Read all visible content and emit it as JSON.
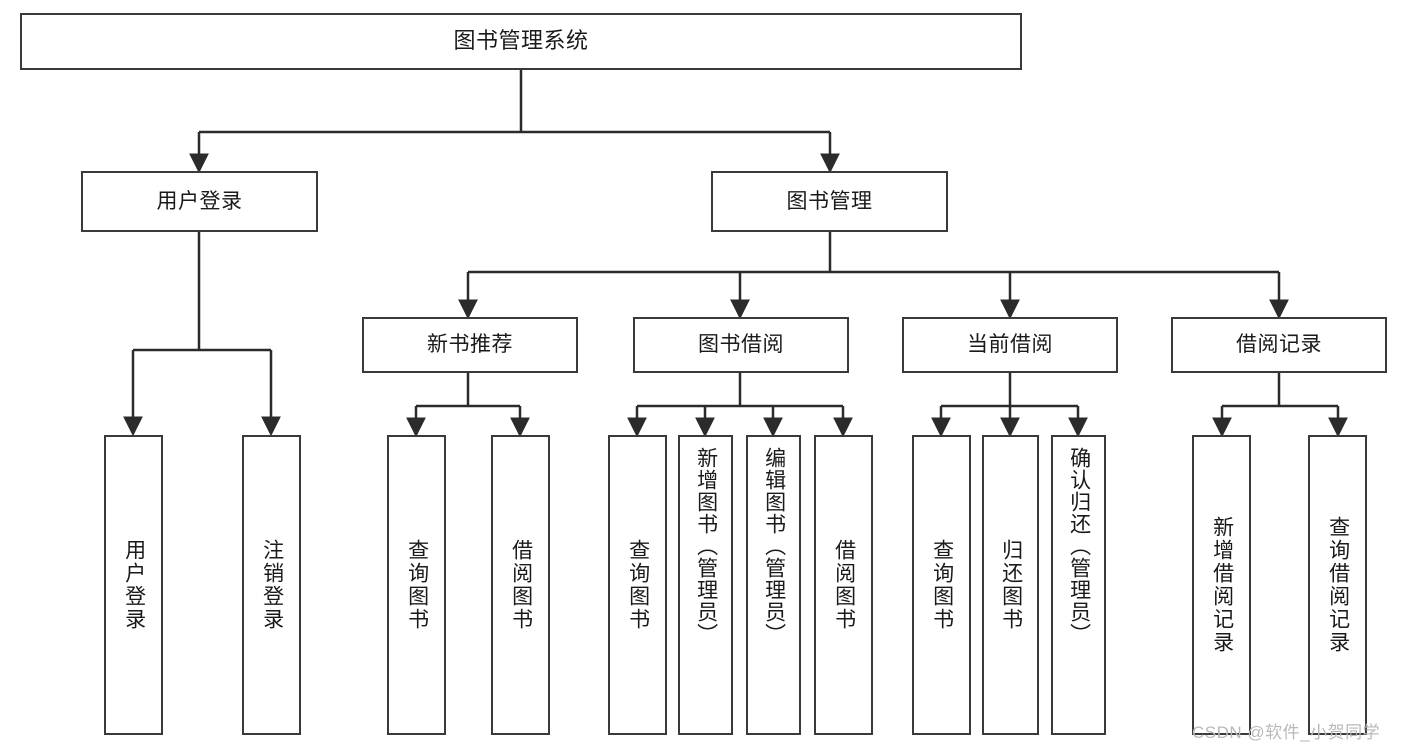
{
  "diagram": {
    "type": "tree-hierarchy-chart",
    "title": "图书管理系统",
    "orientation": "top-down",
    "box_stroke_color": "#3a3a3a",
    "box_fill_color": "#ffffff",
    "connector_color": "#2b2b2b",
    "background_color": "#ffffff"
  },
  "root": {
    "label": "图书管理系统"
  },
  "level1": [
    {
      "label": "用户登录"
    },
    {
      "label": "图书管理"
    }
  ],
  "level2": [
    {
      "label": "新书推荐"
    },
    {
      "label": "图书借阅"
    },
    {
      "label": "当前借阅"
    },
    {
      "label": "借阅记录"
    }
  ],
  "leaves": {
    "user_login": [
      {
        "label": "用户登录"
      },
      {
        "label": "注销登录"
      }
    ],
    "new_book_recommend": [
      {
        "label": "查询图书"
      },
      {
        "label": "借阅图书"
      }
    ],
    "book_borrow": [
      {
        "label": "查询图书"
      },
      {
        "label": "新增图书（管理员）"
      },
      {
        "label": "编辑图书（管理员）"
      },
      {
        "label": "借阅图书"
      }
    ],
    "current_borrow": [
      {
        "label": "查询图书"
      },
      {
        "label": "归还图书"
      },
      {
        "label": "确认归还（管理员）"
      }
    ],
    "borrow_record": [
      {
        "label": "新增借阅记录"
      },
      {
        "label": "查询借阅记录"
      }
    ]
  },
  "watermark": {
    "text": "CSDN @软件_小贺同学"
  }
}
